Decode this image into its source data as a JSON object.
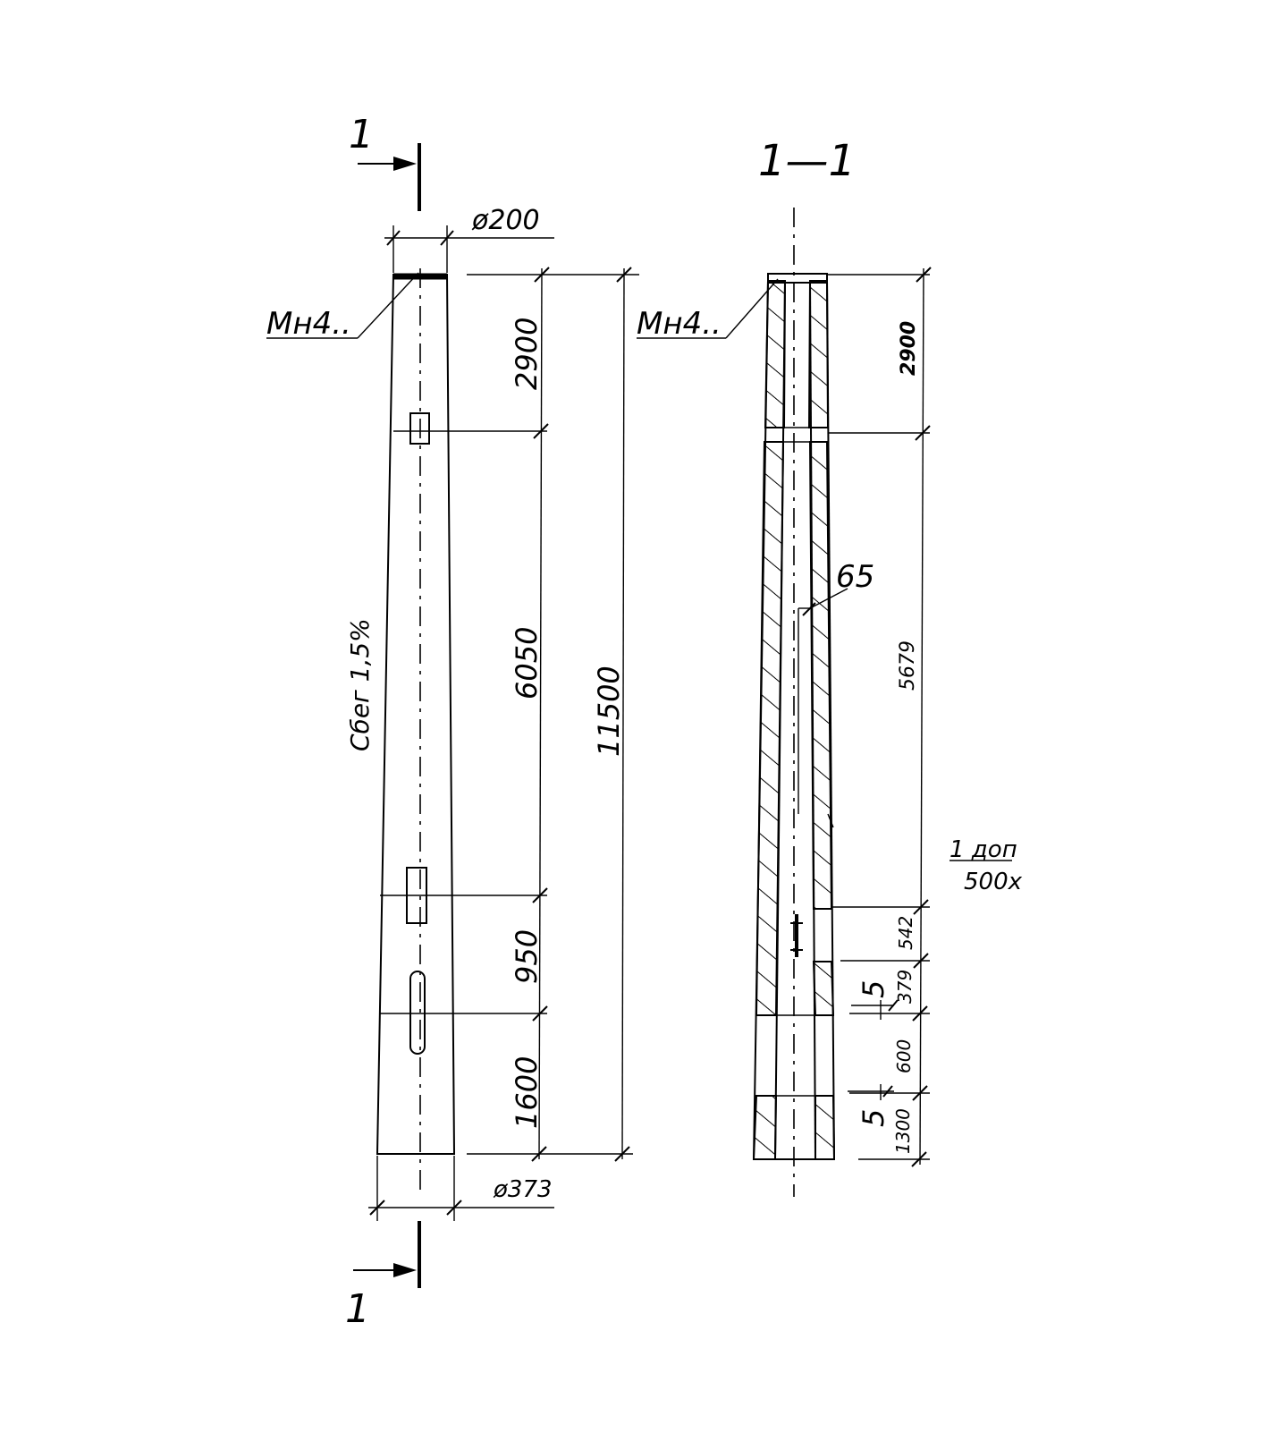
{
  "section_marks": {
    "top_left": "1",
    "bottom_left": "1",
    "section_title": "1—1"
  },
  "elevation": {
    "top_diameter": "ø200",
    "bottom_diameter": "ø373",
    "taper_label": "Сбег 1,5%",
    "leader_label": "Мн4..",
    "dim_segments": [
      "2900",
      "6050",
      "950",
      "1600"
    ],
    "dim_total": "11500"
  },
  "section": {
    "leader_label": "Мн4..",
    "wall_thickness": "65",
    "dim_segments": [
      "2900",
      "5679",
      "542",
      "379",
      "600",
      "1300"
    ],
    "small_5_upper": "5",
    "small_5_lower": "5",
    "note_line_1": "1 доп",
    "note_line_2": "500х"
  }
}
